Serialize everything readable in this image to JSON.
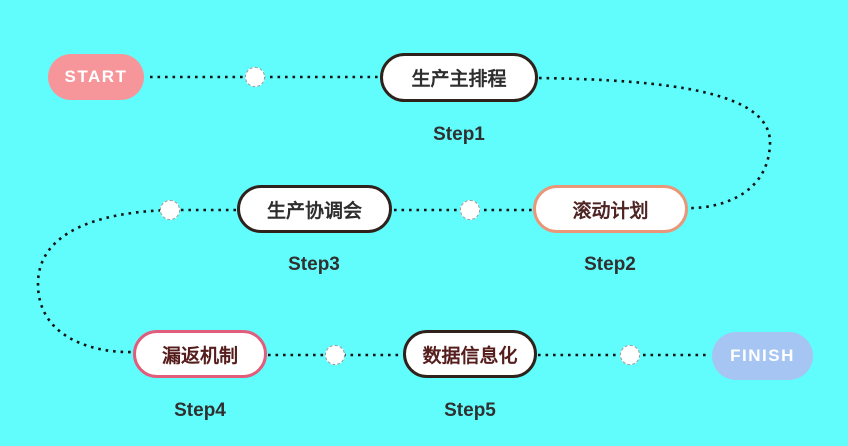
{
  "canvas": {
    "background_color": "#61FCFC",
    "dotted_line_color": "#141414"
  },
  "terminals": {
    "start": {
      "label": "START",
      "fill_color": "#F7969A",
      "text_color": "#FFFFFF"
    },
    "finish": {
      "label": "FINISH",
      "fill_color": "#A6C5F3",
      "text_color": "#FFFFFF"
    }
  },
  "steps": [
    {
      "title": "生产主排程",
      "label": "Step1",
      "border_color": "#2F221C",
      "text_color": "#2E2E2E"
    },
    {
      "title": "滚动计划",
      "label": "Step2",
      "border_color": "#EA9678",
      "text_color": "#4E2323"
    },
    {
      "title": "生产协调会",
      "label": "Step3",
      "border_color": "#2F221C",
      "text_color": "#2E2E2E"
    },
    {
      "title": "漏返机制",
      "label": "Step4",
      "border_color": "#E25C7C",
      "text_color": "#561D1D"
    },
    {
      "title": "数据信息化",
      "label": "Step5",
      "border_color": "#2F221C",
      "text_color": "#561D1D"
    }
  ],
  "flow_order": [
    "START",
    "Step1",
    "Step2",
    "Step3",
    "Step4",
    "Step5",
    "FINISH"
  ]
}
